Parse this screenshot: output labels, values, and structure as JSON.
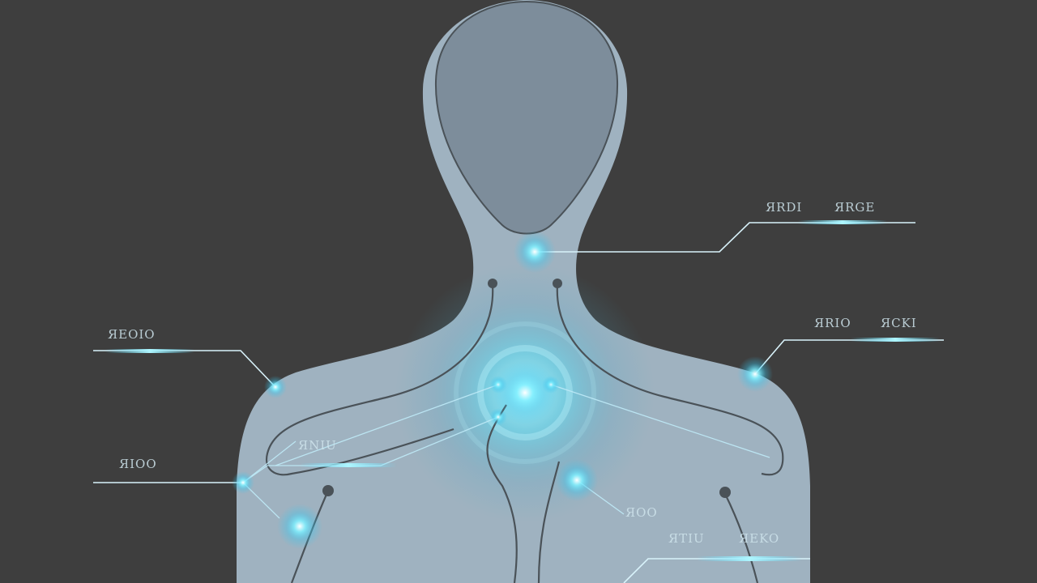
{
  "colors": {
    "background": "#3e3e3e",
    "body_fill": "#9fb2c0",
    "head_inner": "#7d8d9b",
    "glow": "#5fe0ff",
    "line": "#d9f3fb"
  },
  "icons": {
    "hotspot": "glowing-node-icon",
    "joint": "joint-dot-icon"
  },
  "labels": {
    "neck_a": "ЯRDI",
    "neck_b": "ЯRGE",
    "shoulder_r_a": "ЯRIO",
    "shoulder_r_b": "ЯCKI",
    "shoulder_l": "ЯEOIO",
    "side_l": "ЯIOO",
    "chest_l": "ЯNIU",
    "center": "ЯOO",
    "bottom_a": "ЯTIU",
    "bottom_b": "ЯEKO"
  }
}
